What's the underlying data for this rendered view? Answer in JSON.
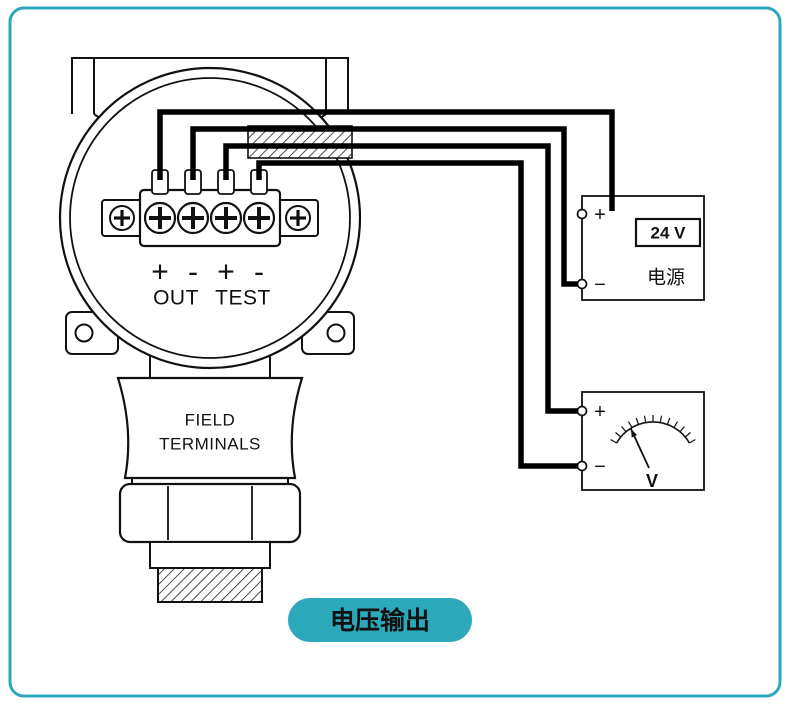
{
  "colors": {
    "accent": "#2BA8B9",
    "wire": "#000000",
    "ink": "#111111"
  },
  "transmitter": {
    "terminal_labels": [
      "+",
      "-",
      "+",
      "-"
    ],
    "group_labels": [
      "OUT",
      "TEST"
    ],
    "body_label": [
      "FIELD",
      "TERMINALS"
    ]
  },
  "power_supply": {
    "terminal_plus": "+",
    "terminal_minus": "−",
    "voltage_label": "24 V",
    "name_label": "电源"
  },
  "voltmeter": {
    "terminal_plus": "+",
    "terminal_minus": "−",
    "unit_label": "V"
  },
  "badge": {
    "label": "电压输出",
    "text_color": "#FFFFFF"
  }
}
